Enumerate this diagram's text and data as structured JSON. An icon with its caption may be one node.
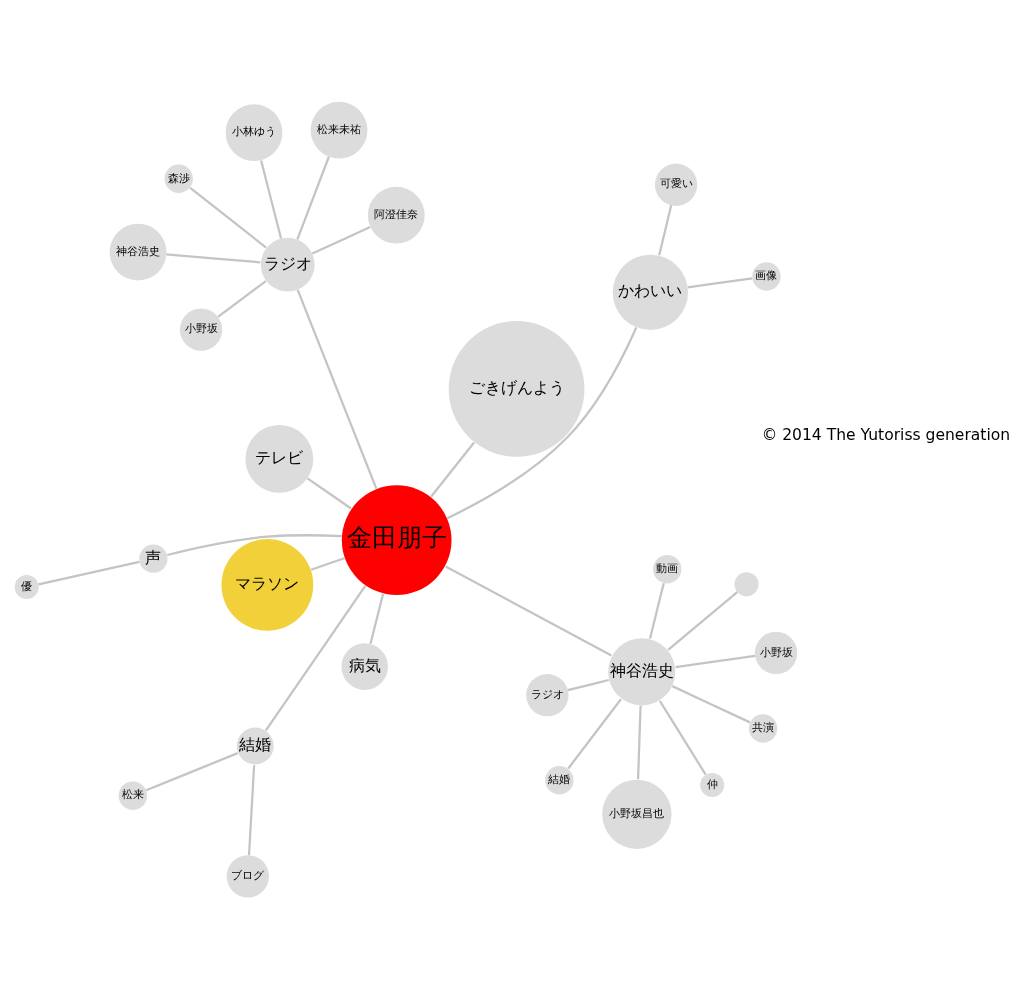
{
  "diagram": {
    "nodes": [
      {
        "text": [
          "金田朋子"
        ]
      },
      {
        "text": [
          "結婚"
        ]
      },
      {
        "text": [
          "ブログ"
        ]
      },
      {
        "text": [
          "松来"
        ]
      },
      {
        "text": [
          "ごきげんよう"
        ]
      },
      {
        "text": [
          "テレビ"
        ]
      },
      {
        "text": [
          "マラソン"
        ]
      },
      {
        "text": [
          "神谷浩史"
        ]
      },
      {
        "text": [
          "結婚"
        ]
      },
      {
        "text": [
          "共演"
        ]
      },
      {
        "text": [
          "小野坂昌也"
        ]
      },
      {
        "text": [
          "ラジオ"
        ]
      },
      {
        "text": [
          "小野坂"
        ]
      },
      {
        "text": [],
        "shape": "circle"
      },
      {
        "text": [
          "動画"
        ]
      },
      {
        "text": [
          "仲"
        ]
      },
      {
        "text": [
          "声"
        ]
      },
      {
        "text": [
          "ラジオ"
        ]
      },
      {
        "text": [
          "優"
        ]
      },
      {
        "text": [
          "森渉"
        ]
      },
      {
        "text": [
          "小野坂"
        ]
      },
      {
        "text": [
          "神谷浩史"
        ]
      },
      {
        "text": [
          "阿澄佳奈"
        ]
      },
      {
        "text": [
          "松来未祐"
        ]
      },
      {
        "text": [
          "小林ゆう"
        ]
      },
      {
        "text": [
          "かわいい"
        ]
      },
      {
        "text": [
          "画像"
        ]
      },
      {
        "text": [
          "可愛い"
        ]
      },
      {
        "text": [
          "病気"
        ]
      }
    ],
    "edges": [
      {
        "from": 0,
        "to": 1,
        "arrow": "none"
      },
      {
        "from": 1,
        "to": 2,
        "arrow": "none"
      },
      {
        "from": 1,
        "to": 3,
        "arrow": "none"
      },
      {
        "from": 0,
        "to": 4,
        "arrow": "none"
      },
      {
        "from": 0,
        "to": 5,
        "arrow": "none"
      },
      {
        "from": 0,
        "to": 6,
        "arrow": "none"
      },
      {
        "from": 0,
        "to": 7,
        "arrow": "none"
      },
      {
        "from": 7,
        "to": 8,
        "arrow": "none"
      },
      {
        "from": 7,
        "to": 9,
        "arrow": "none"
      },
      {
        "from": 7,
        "to": 10,
        "arrow": "none"
      },
      {
        "from": 7,
        "to": 11,
        "arrow": "none"
      },
      {
        "from": 7,
        "to": 12,
        "arrow": "none"
      },
      {
        "from": 7,
        "to": 13,
        "arrow": "none"
      },
      {
        "from": 7,
        "to": 14,
        "arrow": "none"
      },
      {
        "from": 7,
        "to": 15,
        "arrow": "none"
      },
      {
        "from": 0,
        "to": 16,
        "arrow": "none"
      },
      {
        "from": 16,
        "to": 18,
        "arrow": "none"
      },
      {
        "from": 0,
        "to": 17,
        "arrow": "none"
      },
      {
        "from": 17,
        "to": 19,
        "arrow": "none"
      },
      {
        "from": 17,
        "to": 20,
        "arrow": "none"
      },
      {
        "from": 17,
        "to": 21,
        "arrow": "none"
      },
      {
        "from": 17,
        "to": 22,
        "arrow": "none"
      },
      {
        "from": 17,
        "to": 23,
        "arrow": "none"
      },
      {
        "from": 17,
        "to": 24,
        "arrow": "none"
      },
      {
        "from": 0,
        "to": 25,
        "arrow": "none"
      },
      {
        "from": 25,
        "to": 26,
        "arrow": "none"
      },
      {
        "from": 25,
        "to": 27,
        "arrow": "none"
      },
      {
        "from": 0,
        "to": 28,
        "arrow": "none"
      }
    ],
    "labels": [
      "© 2014 The Yutoriss generation"
    ]
  }
}
